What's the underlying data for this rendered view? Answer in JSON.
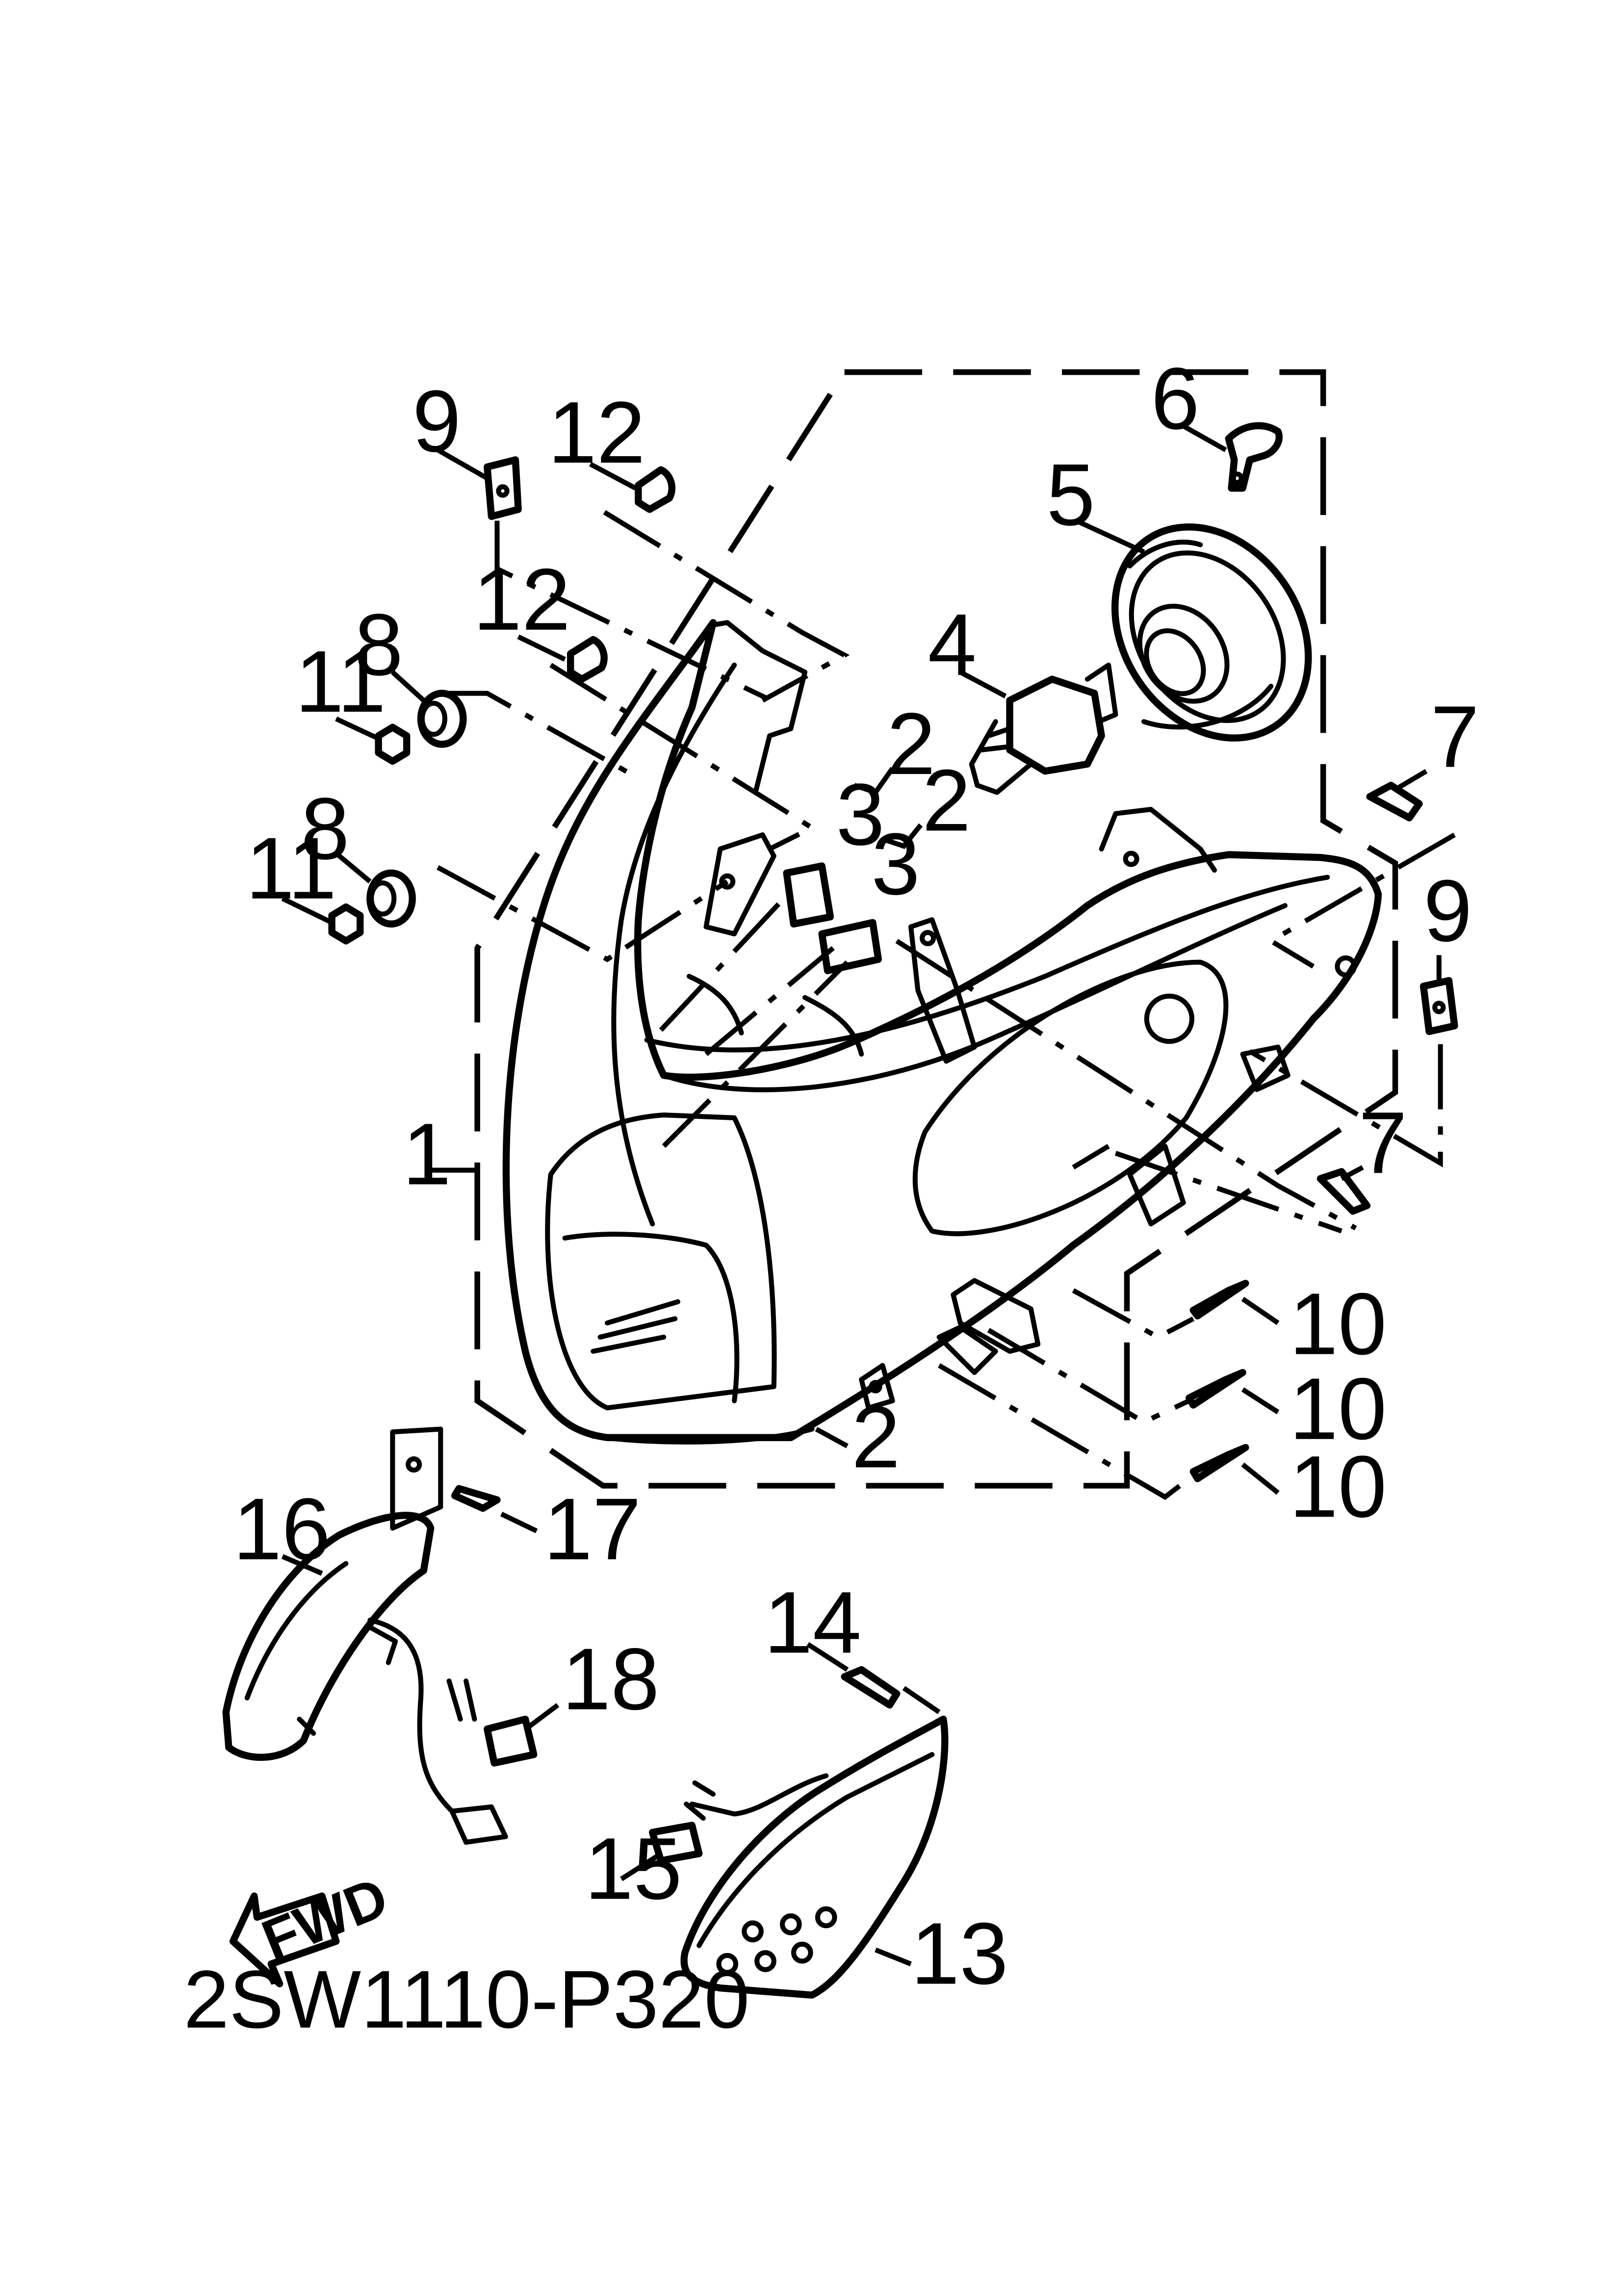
{
  "diagram": {
    "code": "2SW1110-P320",
    "fwd_label": "FWD",
    "callouts": [
      {
        "id": "c1",
        "text": "1"
      },
      {
        "id": "c2a",
        "text": "2"
      },
      {
        "id": "c2b",
        "text": "2"
      },
      {
        "id": "c2c",
        "text": "2"
      },
      {
        "id": "c3a",
        "text": "3"
      },
      {
        "id": "c3b",
        "text": "3"
      },
      {
        "id": "c4",
        "text": "4"
      },
      {
        "id": "c5",
        "text": "5"
      },
      {
        "id": "c6",
        "text": "6"
      },
      {
        "id": "c7a",
        "text": "7"
      },
      {
        "id": "c7b",
        "text": "7"
      },
      {
        "id": "c8a",
        "text": "8"
      },
      {
        "id": "c8b",
        "text": "8"
      },
      {
        "id": "c9a",
        "text": "9"
      },
      {
        "id": "c9b",
        "text": "9"
      },
      {
        "id": "c10a",
        "text": "10"
      },
      {
        "id": "c10b",
        "text": "10"
      },
      {
        "id": "c10c",
        "text": "10"
      },
      {
        "id": "c11a",
        "text": "11"
      },
      {
        "id": "c11b",
        "text": "11"
      },
      {
        "id": "c12a",
        "text": "12"
      },
      {
        "id": "c12b",
        "text": "12"
      },
      {
        "id": "c13",
        "text": "13"
      },
      {
        "id": "c14",
        "text": "14"
      },
      {
        "id": "c15",
        "text": "15"
      },
      {
        "id": "c16",
        "text": "16"
      },
      {
        "id": "c17",
        "text": "17"
      },
      {
        "id": "c18",
        "text": "18"
      }
    ]
  }
}
